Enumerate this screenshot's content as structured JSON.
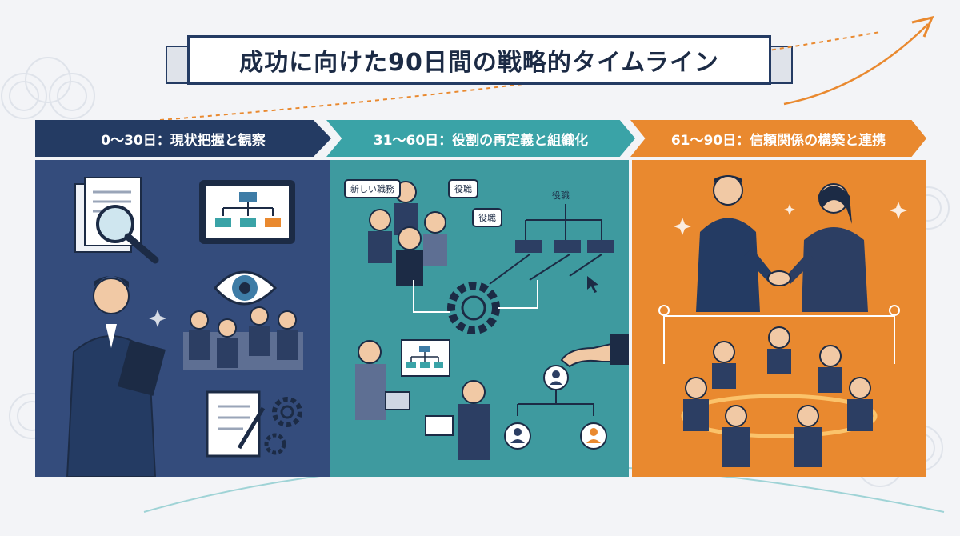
{
  "title": "成功に向けた90日間の戦略的タイムライン",
  "phases": [
    {
      "label": "0〜30日：現状把握と観察",
      "color": "#243b63"
    },
    {
      "label": "31〜60日：役割の再定義と組織化",
      "color": "#3aa3a7"
    },
    {
      "label": "61〜90日：信頼関係の構築と連携",
      "color": "#e9892f"
    }
  ],
  "phase2_labels": {
    "new_role": "新しい職務",
    "role_a": "役職",
    "role_b": "役職",
    "org_role": "役職"
  }
}
